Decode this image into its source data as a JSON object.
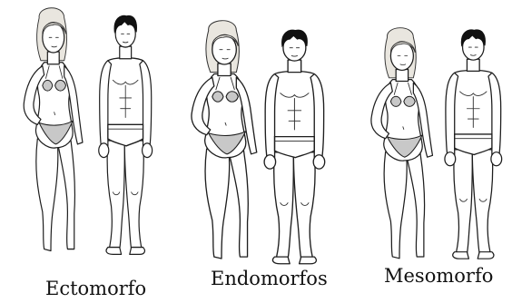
{
  "body_types": [
    {
      "label": "Ectomorfo"
    },
    {
      "label": "Endomorfos"
    },
    {
      "label": "Mesomorfo"
    }
  ],
  "colors": {
    "background": "#ffffff",
    "line_art": "#1e1e1e",
    "swimwear": "#c8c8c8",
    "male_hair": "#111111"
  }
}
